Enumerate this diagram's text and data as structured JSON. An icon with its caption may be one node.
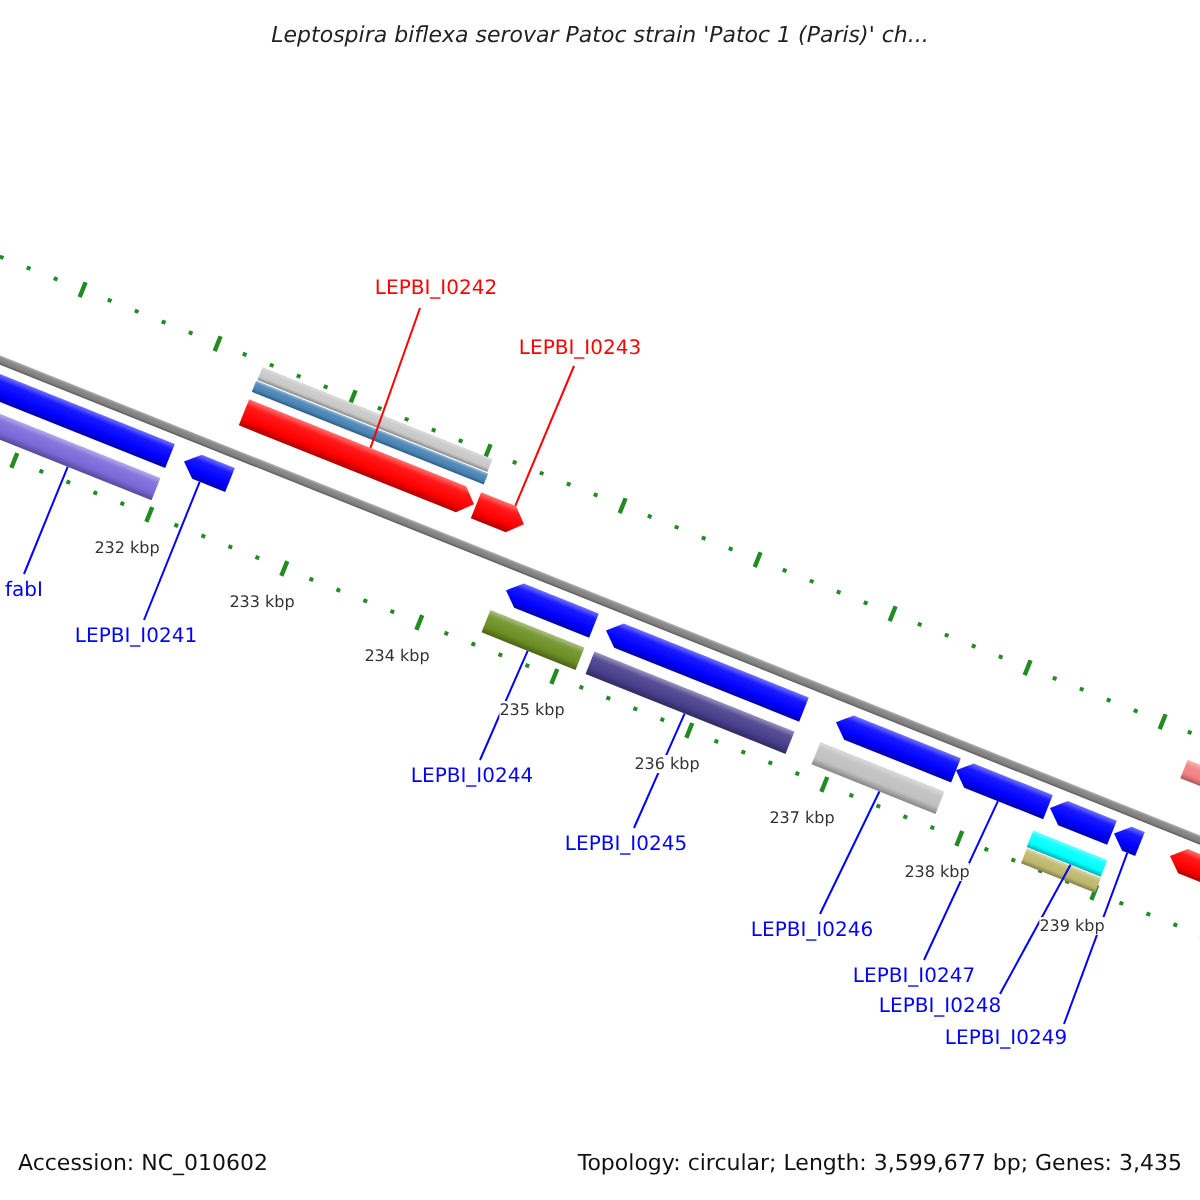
{
  "diagram": {
    "title": "Leptospira biflexa serovar Patoc strain 'Patoc 1 (Paris)' ch...",
    "nodes": [
      {
        "text": [
          "fabI"
        ]
      },
      {
        "text": [
          "LEPBI_I0241"
        ]
      },
      {
        "text": [
          "LEPBI_I0242"
        ]
      },
      {
        "text": [
          "LEPBI_I0243"
        ]
      },
      {
        "text": [
          "LEPBI_I0244"
        ]
      },
      {
        "text": [
          "LEPBI_I0245"
        ]
      },
      {
        "text": [
          "LEPBI_I0246"
        ]
      },
      {
        "text": [
          "LEPBI_I0247"
        ]
      },
      {
        "text": [
          "LEPBI_I0248"
        ]
      },
      {
        "text": [
          "LEPBI_I0249"
        ]
      },
      {
        "text": [],
        "shape": "bar"
      },
      {
        "text": [],
        "shape": "pentagon"
      },
      {
        "text": [],
        "shape": "pentagon"
      },
      {
        "text": [],
        "shape": "pentagon"
      },
      {
        "text": [],
        "shape": "bar"
      },
      {
        "text": [],
        "shape": "bar"
      },
      {
        "text": [],
        "shape": "bar"
      },
      {
        "text": [],
        "shape": "pentagon"
      },
      {
        "text": [],
        "shape": "bar"
      },
      {
        "text": [],
        "shape": "pentagon"
      },
      {
        "text": [],
        "shape": "pentagon"
      },
      {
        "text": [],
        "shape": "pentagon"
      },
      {
        "text": [],
        "shape": "pentagon"
      },
      {
        "text": [],
        "shape": "pentagon"
      },
      {
        "text": [],
        "shape": "pentagon"
      },
      {
        "text": [],
        "shape": "pentagon"
      },
      {
        "text": [],
        "shape": "bar"
      },
      {
        "text": [],
        "shape": "bar"
      },
      {
        "text": [],
        "shape": "bar"
      },
      {
        "text": [],
        "shape": "bar"
      }
    ],
    "edges": [
      {
        "from": 0,
        "to": 10,
        "arrow": "none"
      },
      {
        "from": 1,
        "to": 11,
        "arrow": "none"
      },
      {
        "from": 2,
        "to": 12,
        "arrow": "none",
        "color": "#ff0000"
      },
      {
        "from": 3,
        "to": 13,
        "arrow": "none",
        "color": "#ff0000"
      },
      {
        "from": 4,
        "to": 14,
        "arrow": "none"
      },
      {
        "from": 5,
        "to": 15,
        "arrow": "none"
      },
      {
        "from": 6,
        "to": 16,
        "arrow": "none"
      },
      {
        "from": 7,
        "to": 17,
        "arrow": "none"
      },
      {
        "from": 8,
        "to": 18,
        "arrow": "none"
      },
      {
        "from": 9,
        "to": 19,
        "arrow": "none"
      }
    ],
    "labels": [
      "232 kbp",
      "233 kbp",
      "234 kbp",
      "235 kbp",
      "236 kbp",
      "237 kbp",
      "238 kbp",
      "239 kbp",
      "Accession: NC_010602",
      "Topology: circular; Length: 3,599,677 bp; Genes: 3,435"
    ]
  }
}
